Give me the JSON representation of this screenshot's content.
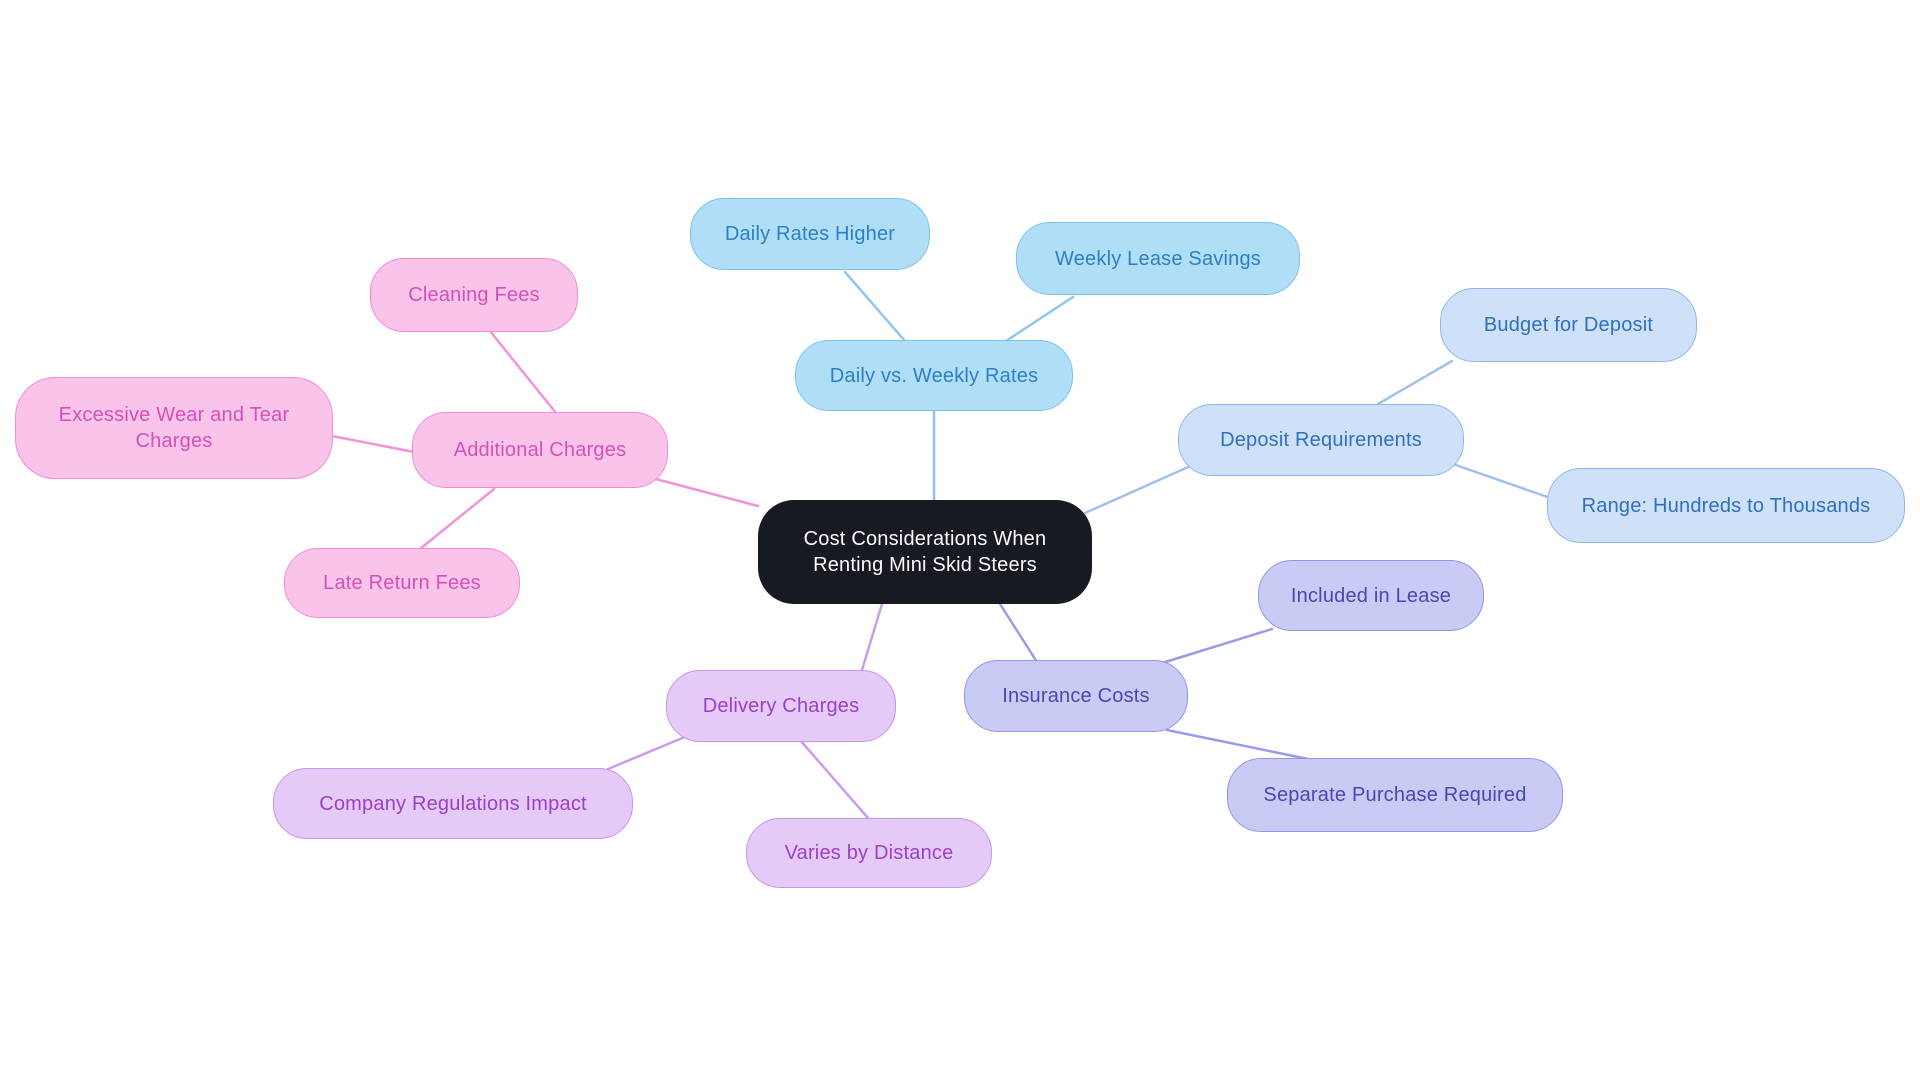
{
  "mindmap": {
    "title": "Cost Considerations When Renting Mini Skid Steers",
    "center": {
      "label": "Cost Considerations When Renting Mini Skid Steers",
      "bg_color": "#171a20",
      "text_color": "#fafbfc"
    },
    "branches": [
      {
        "label": "Daily vs. Weekly Rates",
        "fill": "#b0def7",
        "border": "#7cc0ec",
        "text_color": "#2d80c2",
        "edge_color": "#8fc6ee",
        "children": [
          {
            "label": "Daily Rates Higher"
          },
          {
            "label": "Weekly Lease Savings"
          }
        ]
      },
      {
        "label": "Deposit Requirements",
        "fill": "#cfe1f8",
        "border": "#92b5e6",
        "text_color": "#2f70c0",
        "edge_color": "#a3c0ea",
        "children": [
          {
            "label": "Budget for Deposit"
          },
          {
            "label": "Range: Hundreds to Thousands"
          }
        ]
      },
      {
        "label": "Insurance Costs",
        "fill": "#c9cbf4",
        "border": "#9395e6",
        "text_color": "#4649b4",
        "edge_color": "#999ce6",
        "children": [
          {
            "label": "Included in Lease"
          },
          {
            "label": "Separate Purchase Required"
          }
        ]
      },
      {
        "label": "Delivery Charges",
        "fill": "#e5c9f6",
        "border": "#c795e9",
        "text_color": "#9c40ca",
        "edge_color": "#cb9ceb",
        "children": [
          {
            "label": "Company Regulations Impact"
          },
          {
            "label": "Varies by Distance"
          }
        ]
      },
      {
        "label": "Additional Charges",
        "fill": "#f9c3ea",
        "border": "#f08bd9",
        "text_color": "#d551ba",
        "edge_color": "#f193da",
        "children": [
          {
            "label": "Cleaning Fees"
          },
          {
            "label": "Excessive Wear and Tear Charges"
          },
          {
            "label": "Late Return Fees"
          }
        ]
      }
    ],
    "background_color": "#ffffff"
  }
}
